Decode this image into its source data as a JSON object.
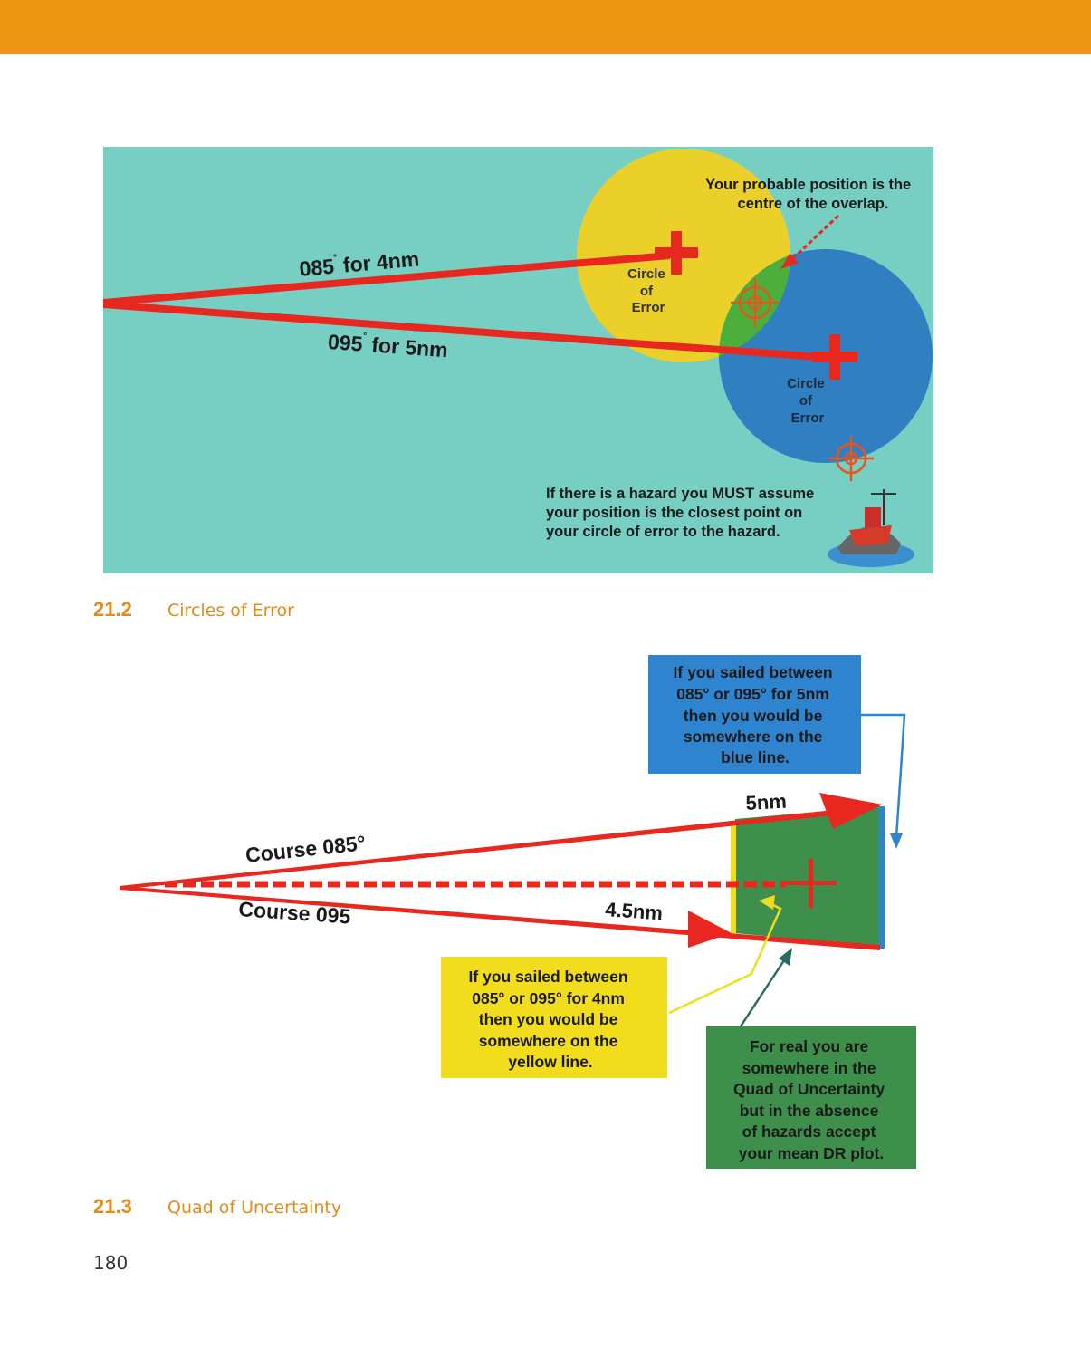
{
  "colors": {
    "header": "#ec9612",
    "sea": "#77cfc4",
    "yellow_circle": "#ecd02a",
    "blue_circle": "#2f7fc1",
    "overlap": "#4caf3c",
    "course_line": "#e8281e",
    "caption": "#e38a17"
  },
  "figure1": {
    "probable_note": [
      "Your probable position is the",
      "centre of the overlap."
    ],
    "label_085": "085",
    "label_085_rest": "for 4nm",
    "label_095": "095",
    "label_095_rest": "for 5nm",
    "circle_label": [
      "Circle",
      "of",
      "Error"
    ],
    "hazard_note": [
      "If there is a hazard you MUST assume",
      "your position is the closest point on",
      "your circle of error to the hazard."
    ],
    "degree": "°"
  },
  "caption1": {
    "number": "21.2",
    "text": "Circles of Error"
  },
  "figure2": {
    "blue_note": [
      "If you sailed between",
      "085°  or 095° for 5nm",
      "then you would be",
      "somewhere on the",
      "blue line."
    ],
    "label_5nm": "5nm",
    "label_course085": "Course 085°",
    "label_course095": "Course 095",
    "label_45nm": "4.5nm",
    "yellow_note": [
      "If you sailed between",
      "085°  or 095° for 4nm",
      "then you would be",
      "somewhere on the",
      "yellow  line."
    ],
    "green_note": [
      "For real you are",
      "somewhere in the",
      "Quad of Uncertainty",
      "but in the absence",
      "of hazards accept",
      "your mean DR plot."
    ]
  },
  "caption2": {
    "number": "21.3",
    "text": "Quad of Uncertainty"
  },
  "page_number": "180"
}
